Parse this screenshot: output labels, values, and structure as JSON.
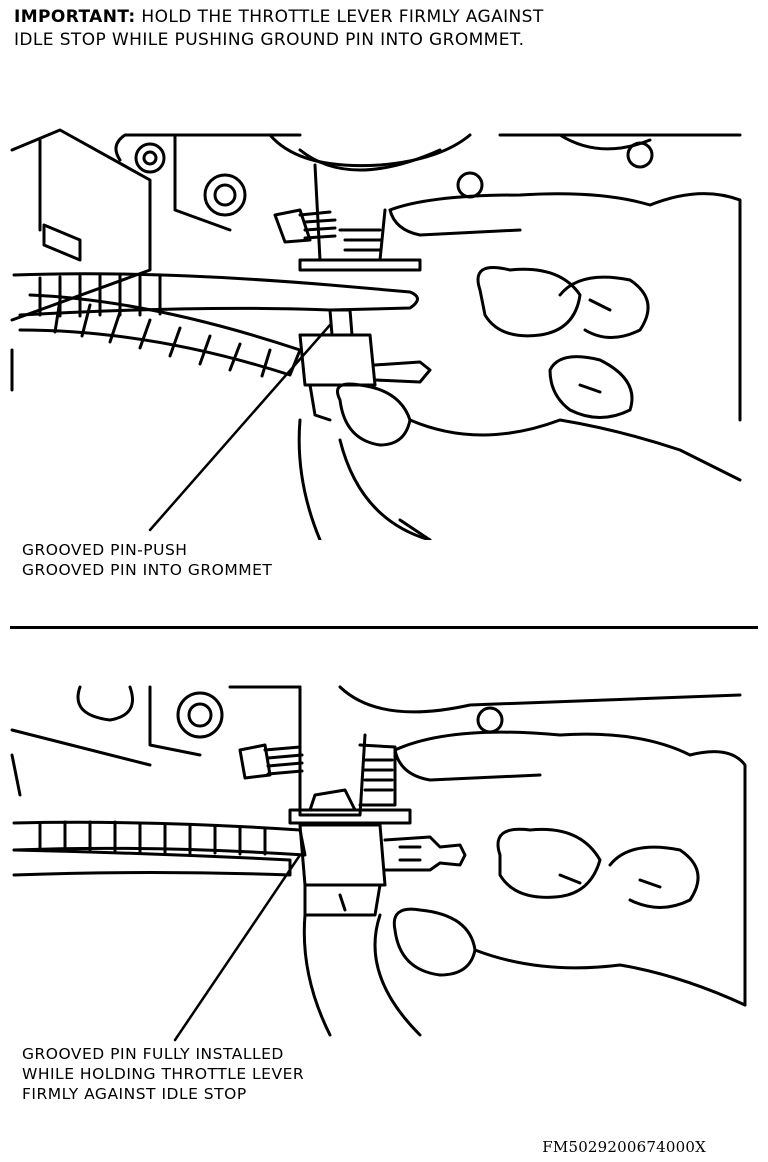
{
  "instruction": {
    "label": "IMPORTANT:",
    "line1": "HOLD THE THROTTLE LEVER FIRMLY AGAINST",
    "line2": "IDLE STOP WHILE PUSHING GROUND PIN INTO GROMMET."
  },
  "panels": [
    {
      "caption_lines": [
        "GROOVED PIN-PUSH",
        "GROOVED PIN INTO GROMMET"
      ]
    },
    {
      "caption_lines": [
        "GROOVED PIN FULLY INSTALLED",
        "WHILE HOLDING THROTTLE LEVER",
        "FIRMLY AGAINST IDLE STOP"
      ]
    }
  ],
  "figure_code": "FM5029200674000X"
}
